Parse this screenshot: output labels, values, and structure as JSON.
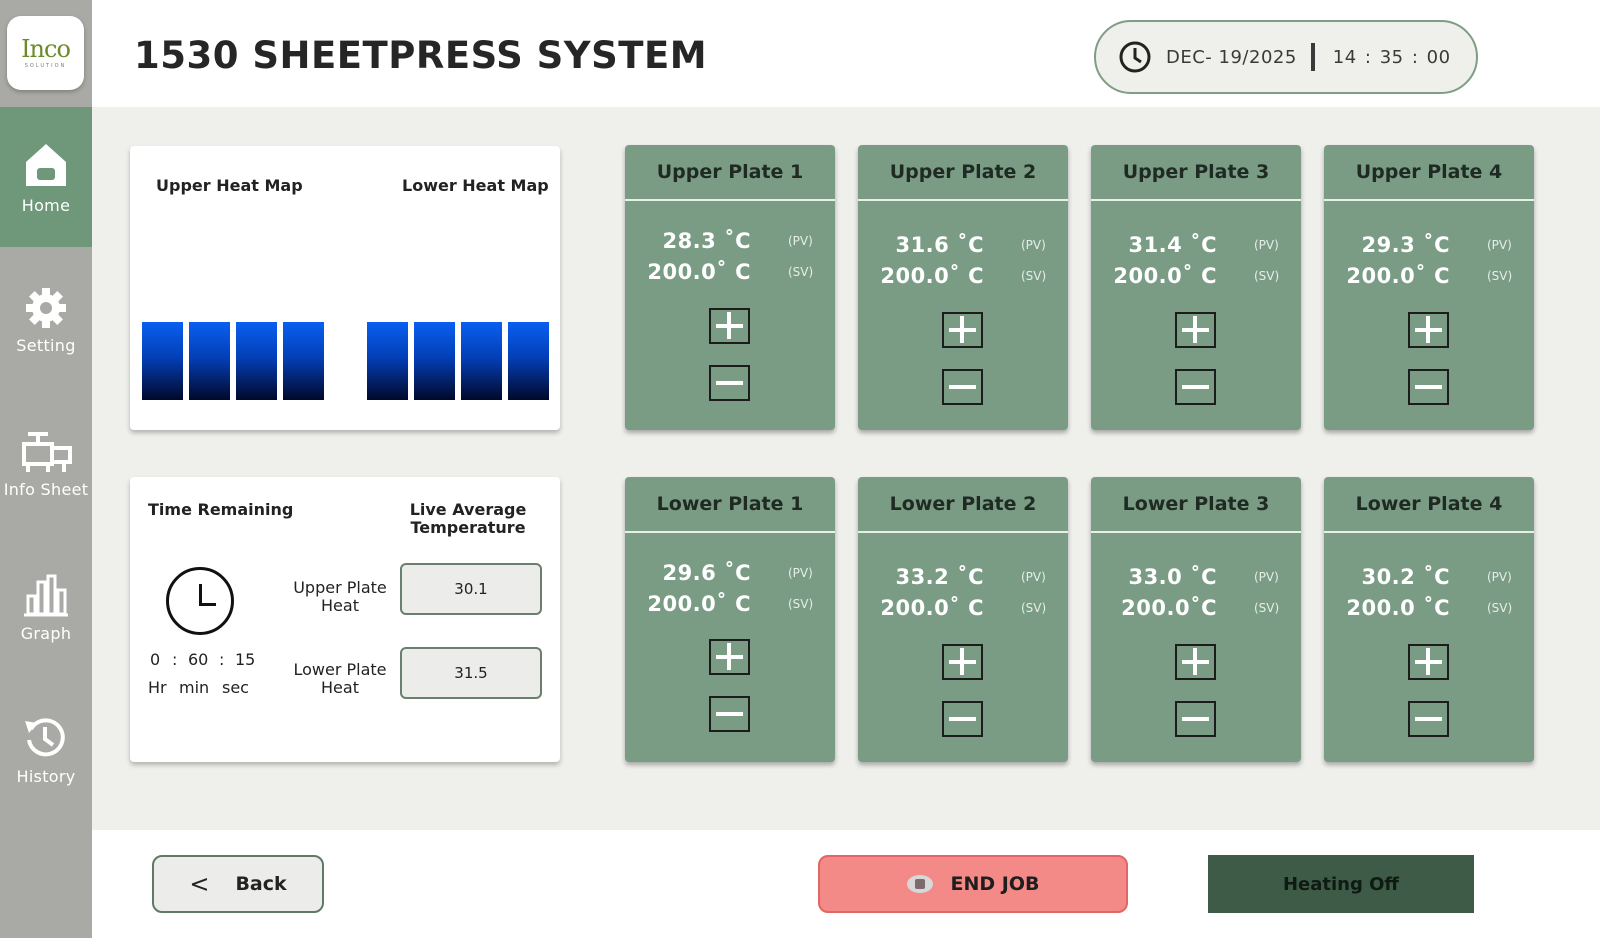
{
  "logo": {
    "main": "Inco",
    "sub": "SOLUTION"
  },
  "sidebar": {
    "items": [
      {
        "label": "Home",
        "icon": "home-icon",
        "active": true
      },
      {
        "label": "Setting",
        "icon": "gear-icon",
        "active": false
      },
      {
        "label": "Info Sheet",
        "icon": "machine-icon",
        "active": false
      },
      {
        "label": "Graph",
        "icon": "bar-chart-icon",
        "active": false
      },
      {
        "label": "History",
        "icon": "history-icon",
        "active": false
      }
    ]
  },
  "header": {
    "title": "1530 SHEETPRESS SYSTEM",
    "date": "DEC- 19/2025",
    "time": "14 : 35 :  00"
  },
  "heatmap": {
    "upper_label": "Upper Heat Map",
    "lower_label": "Lower Heat Map",
    "upper_cells": 4,
    "lower_cells": 4
  },
  "info": {
    "time_remaining_label": "Time Remaining",
    "timer": {
      "hr": "0",
      "sep1": ":",
      "min": "60",
      "sep2": ":",
      "sec": "15"
    },
    "timer_units": {
      "hr": "Hr",
      "min": "min",
      "sec": "sec"
    },
    "live_avg_label_1": "Live Average",
    "live_avg_label_2": "Temperature",
    "upper_label_1": "Upper Plate",
    "upper_label_2": "Heat",
    "upper_value": "30.1",
    "lower_label_1": "Lower Plate",
    "lower_label_2": "Heat",
    "lower_value": "31.5"
  },
  "plates": {
    "upper": [
      {
        "name": "Upper Plate 1",
        "pv": "28.3 ˚C",
        "sv": "200.0˚ C"
      },
      {
        "name": "Upper Plate 2",
        "pv": "31.6 ˚C",
        "sv": "200.0˚ C"
      },
      {
        "name": "Upper Plate 3",
        "pv": "31.4 ˚C",
        "sv": "200.0˚ C"
      },
      {
        "name": "Upper Plate 4",
        "pv": "29.3 ˚C",
        "sv": "200.0˚ C"
      }
    ],
    "lower": [
      {
        "name": "Lower Plate 1",
        "pv": "29.6 ˚C",
        "sv": "200.0˚ C"
      },
      {
        "name": "Lower Plate 2",
        "pv": "33.2 ˚C",
        "sv": "200.0˚ C"
      },
      {
        "name": "Lower Plate 3",
        "pv": "33.0 ˚C",
        "sv": "200.0˚C"
      },
      {
        "name": "Lower Plate 4",
        "pv": "30.2 ˚C",
        "sv": "200.0 ˚C"
      }
    ],
    "pv_tag": "(PV)",
    "sv_tag": "(SV)"
  },
  "footer": {
    "back_label": "Back",
    "end_job_label": "END JOB",
    "heating_label": "Heating Off"
  },
  "colors": {
    "sidebar": "#a9aaa5",
    "active": "#6f9779",
    "plate": "#7a9c85",
    "end_job": "#f38a87",
    "heating": "#3d5b47"
  }
}
